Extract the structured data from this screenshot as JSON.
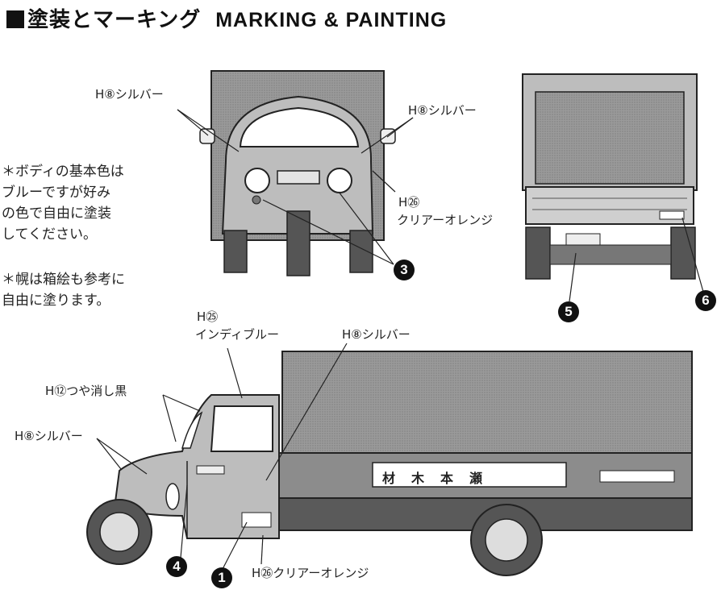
{
  "title": {
    "jp": "塗装とマーキング",
    "en": "MARKING & PAINTING"
  },
  "front_view": {
    "left_label": "H⑧シルバー",
    "right_label": "H⑧シルバー",
    "lower_label_code": "H㉖",
    "lower_label_color": "クリアーオレンジ",
    "marker": "3"
  },
  "rear_view": {
    "marker_5": "5",
    "marker_6": "6"
  },
  "notes": {
    "body_color": [
      "＊ボディの基本色は",
      "ブルーですが好み",
      "の色で自由に塗装",
      "してください。"
    ],
    "box_note": [
      "＊幌は箱絵も参考に",
      "自由に塗ります。"
    ]
  },
  "side_view": {
    "indi_code": "H㉕",
    "indi_color": "インディブルー",
    "silver_top": "H⑧シルバー",
    "matte_black": "H⑫つや消し黒",
    "silver_left": "H⑧シルバー",
    "clear_orange_bottom": "H㉖クリアーオレンジ",
    "marker_4": "4",
    "marker_1": "1",
    "sign_text": "材　木　本　瀬"
  }
}
